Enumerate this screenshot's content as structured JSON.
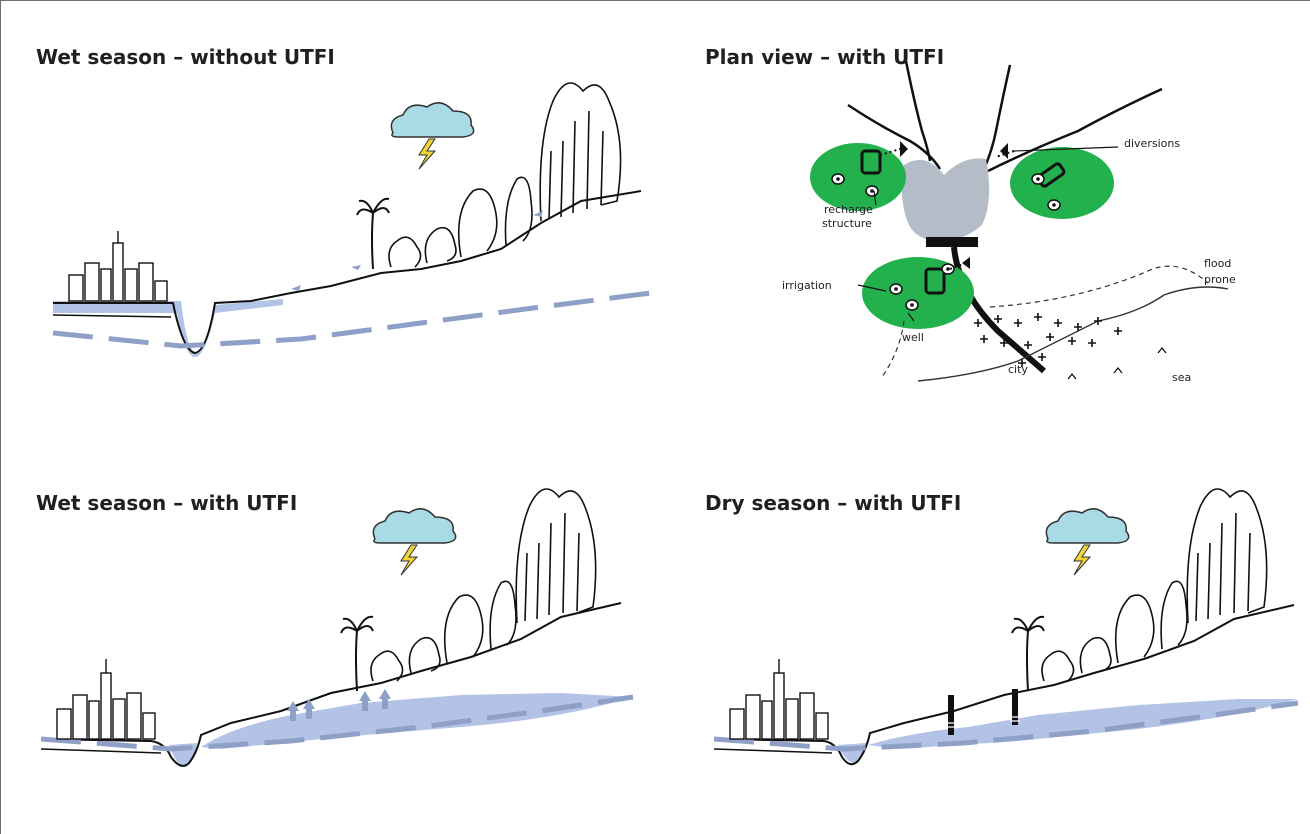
{
  "panels": {
    "wet_without": {
      "title": "Wet season – without UTFI"
    },
    "plan": {
      "title": "Plan view – with UTFI",
      "labels": {
        "diversions": "diversions",
        "recharge_structure_1": "recharge",
        "recharge_structure_2": "structure",
        "irrigation": "irrigation",
        "well": "well",
        "flood_prone_1": "flood",
        "flood_prone_2": "prone",
        "city": "city",
        "sea": "sea"
      }
    },
    "wet_with": {
      "title": "Wet season – with UTFI"
    },
    "dry_with": {
      "title": "Dry season – with UTFI"
    }
  },
  "colors": {
    "water": "#b3c3e6",
    "groundwater_line": "#8ea0c8",
    "cloud": "#a9dbe6",
    "lightning": "#f2d43a",
    "field": "#22b14c",
    "reservoir": "#b4bcc8",
    "border": "#6e6e6e"
  },
  "icons": [
    "city-skyline-icon",
    "cloud-icon",
    "lightning-icon",
    "palm-tree-icon",
    "forest-icon",
    "well-icon"
  ]
}
